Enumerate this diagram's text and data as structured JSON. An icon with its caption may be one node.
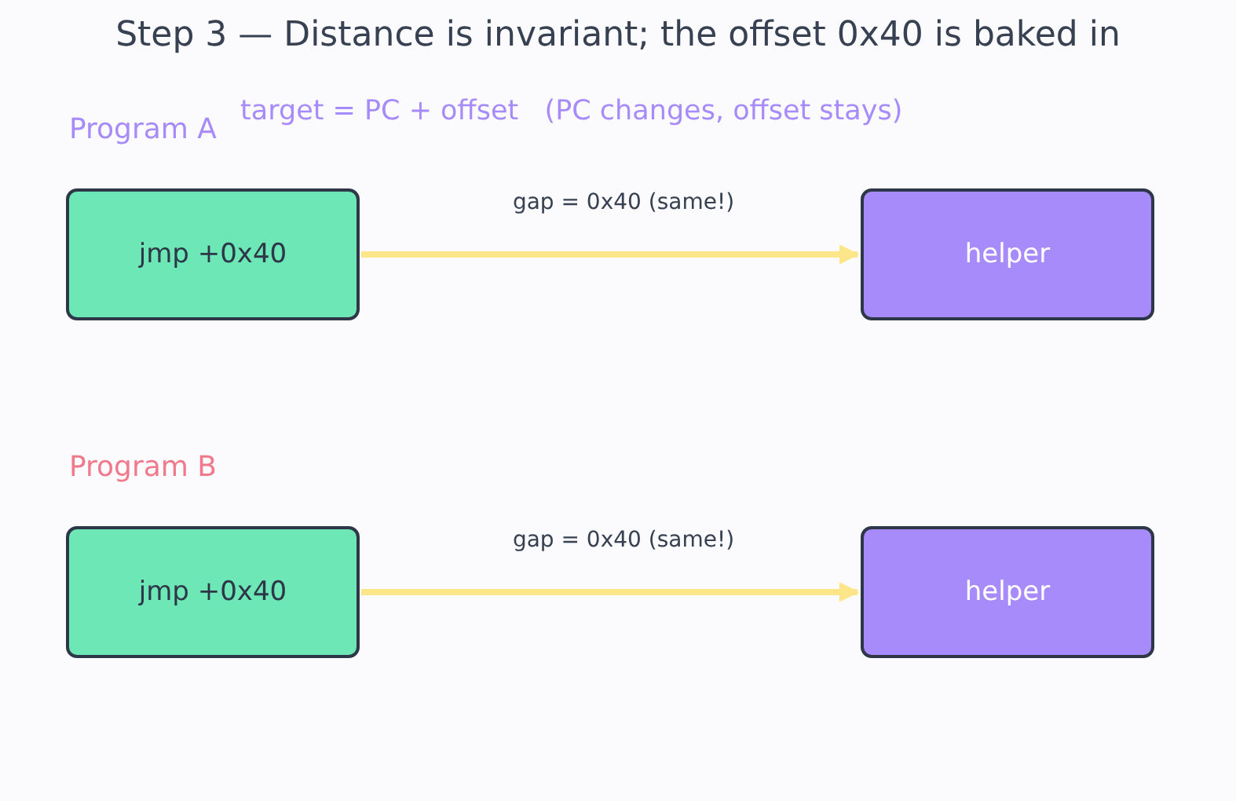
{
  "diagram": {
    "title": "Step 3 — Distance is invariant; the offset 0x40 is baked in",
    "nodes": [
      {
        "text": [
          "jmp +0x40"
        ]
      },
      {
        "text": [
          "helper"
        ]
      },
      {
        "text": [
          "jmp +0x40"
        ]
      },
      {
        "text": [
          "helper"
        ]
      }
    ],
    "edges": [
      {
        "from": 0,
        "to": 1,
        "arrow": "to",
        "label": "gap = 0x40 (same!)"
      },
      {
        "from": 2,
        "to": 3,
        "arrow": "to",
        "label": "gap = 0x40 (same!)"
      }
    ],
    "labels": [
      "Program A",
      "target = PC + offset   (PC changes, offset stays)",
      "Program B"
    ]
  }
}
